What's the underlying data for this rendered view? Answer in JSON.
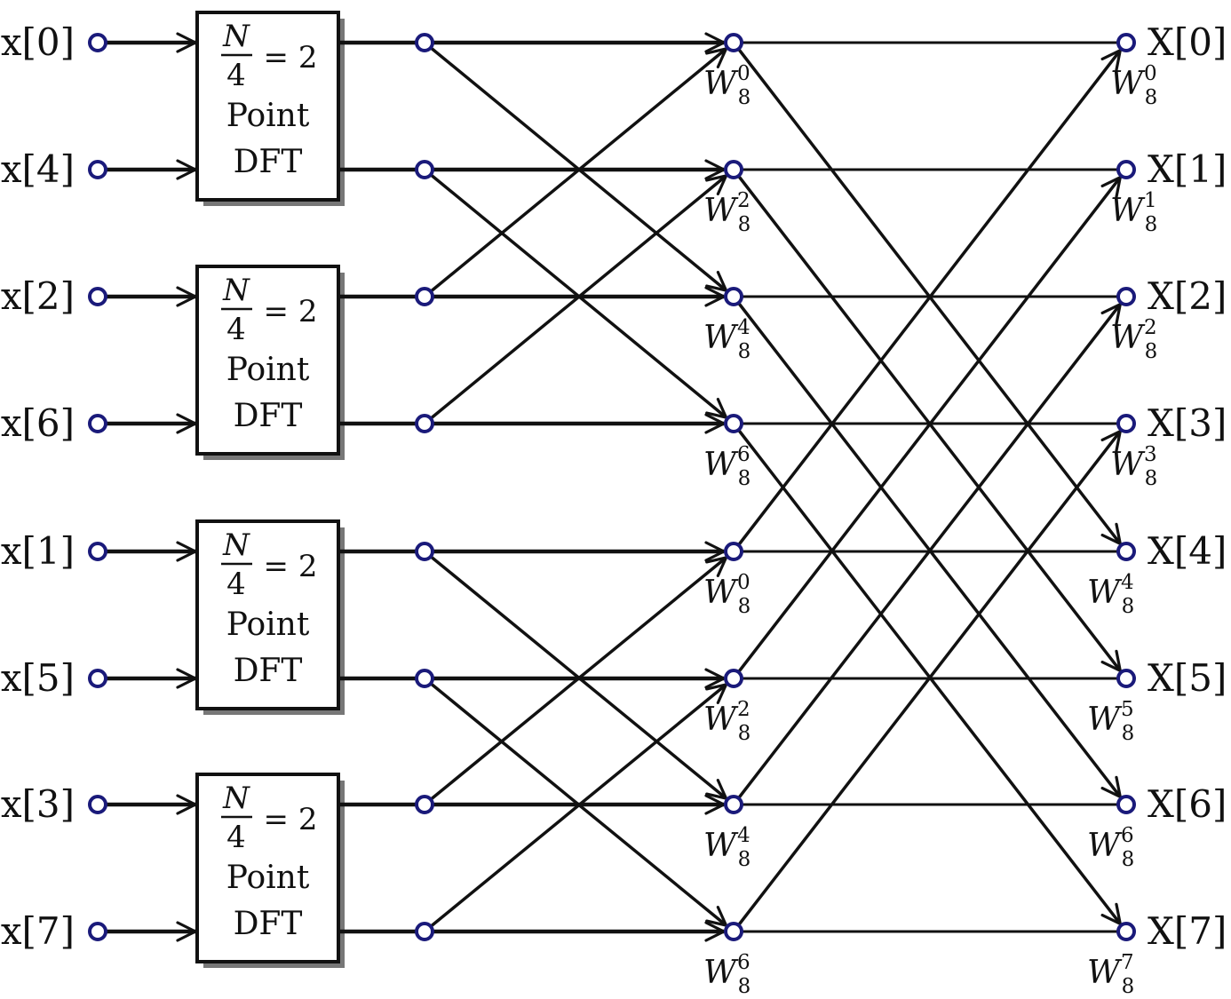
{
  "inputs": [
    "x[0]",
    "x[4]",
    "x[2]",
    "x[6]",
    "x[1]",
    "x[5]",
    "x[3]",
    "x[7]"
  ],
  "outputs": [
    "X[0]",
    "X[1]",
    "X[2]",
    "X[3]",
    "X[4]",
    "X[5]",
    "X[6]",
    "X[7]"
  ],
  "dft_blocks": [
    {
      "numerator": "N",
      "denominator": "4",
      "equals": "= 2",
      "line1": "Point",
      "line2": "DFT"
    },
    {
      "numerator": "N",
      "denominator": "4",
      "equals": "= 2",
      "line1": "Point",
      "line2": "DFT"
    },
    {
      "numerator": "N",
      "denominator": "4",
      "equals": "= 2",
      "line1": "Point",
      "line2": "DFT"
    },
    {
      "numerator": "N",
      "denominator": "4",
      "equals": "= 2",
      "line1": "Point",
      "line2": "DFT"
    }
  ],
  "stage2_twiddles": [
    {
      "base": "W",
      "sub": "8",
      "sup": "0"
    },
    {
      "base": "W",
      "sub": "8",
      "sup": "2"
    },
    {
      "base": "W",
      "sub": "8",
      "sup": "4"
    },
    {
      "base": "W",
      "sub": "8",
      "sup": "6"
    },
    {
      "base": "W",
      "sub": "8",
      "sup": "0"
    },
    {
      "base": "W",
      "sub": "8",
      "sup": "2"
    },
    {
      "base": "W",
      "sub": "8",
      "sup": "4"
    },
    {
      "base": "W",
      "sub": "8",
      "sup": "6"
    }
  ],
  "stage3_twiddles": [
    {
      "base": "W",
      "sub": "8",
      "sup": "0"
    },
    {
      "base": "W",
      "sub": "8",
      "sup": "1"
    },
    {
      "base": "W",
      "sub": "8",
      "sup": "2"
    },
    {
      "base": "W",
      "sub": "8",
      "sup": "3"
    },
    {
      "base": "W",
      "sub": "8",
      "sup": "4"
    },
    {
      "base": "W",
      "sub": "8",
      "sup": "5"
    },
    {
      "base": "W",
      "sub": "8",
      "sup": "6"
    },
    {
      "base": "W",
      "sub": "8",
      "sup": "7"
    }
  ],
  "colors": {
    "node_stroke": "#1a1a7a",
    "line": "#111111",
    "box_shadow": "#777777",
    "background": "#ffffff"
  }
}
